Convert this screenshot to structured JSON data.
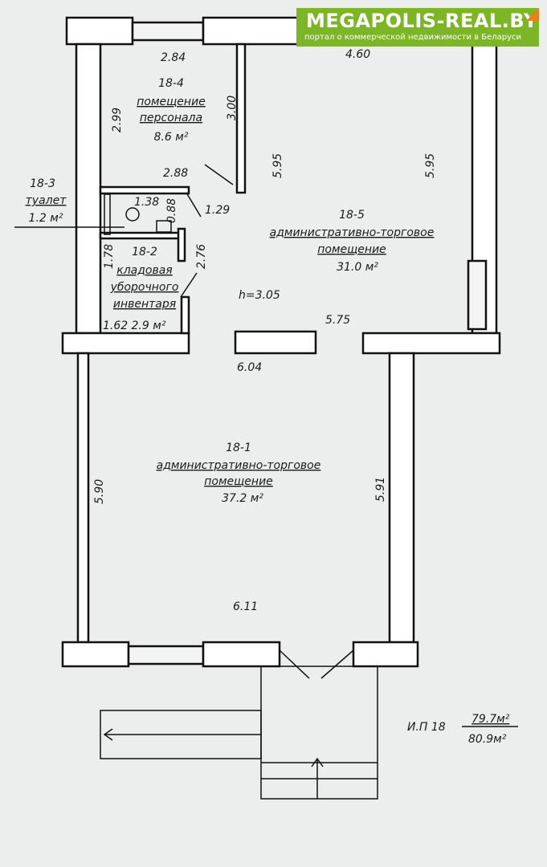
{
  "logo": {
    "title": "MEGAPOLIS-REAL.BY",
    "subtitle": "портал о коммерческой недвижимости в Беларуси"
  },
  "rooms": [
    {
      "id": "18-4",
      "name": "помещение",
      "name2": "персонала",
      "area": "8.6 м²"
    },
    {
      "id": "18-3",
      "name": "туалет",
      "area": "1.2 м²"
    },
    {
      "id": "18-2",
      "name": "кладовая",
      "name2": "уборочного",
      "name3": "инвентаря",
      "area": "2.9 м²"
    },
    {
      "id": "18-5",
      "name": "административно-торговое",
      "name2": "помещение",
      "area": "31.0 м²"
    },
    {
      "id": "18-1",
      "name": "административно-торговое",
      "name2": "помещение",
      "area": "37.2 м²"
    }
  ],
  "dimensions": {
    "d1": "2.84",
    "d2": "4.60",
    "d3": "2.99",
    "d4": "3.00",
    "d5": "5.95",
    "d6": "5.95",
    "d7": "2.88",
    "d8": "1.29",
    "d9": "1.38",
    "d10": "0.88",
    "d11": "1.78",
    "d12": "2.76",
    "d13": "1.62",
    "d14": "5.75",
    "d15": "6.04",
    "d16": "5.90",
    "d17": "5.91",
    "d18": "6.11"
  },
  "height": "h=3.05",
  "summary": {
    "label": "И.П 18",
    "area1": "79.7м²",
    "area2": "80.9м²"
  }
}
